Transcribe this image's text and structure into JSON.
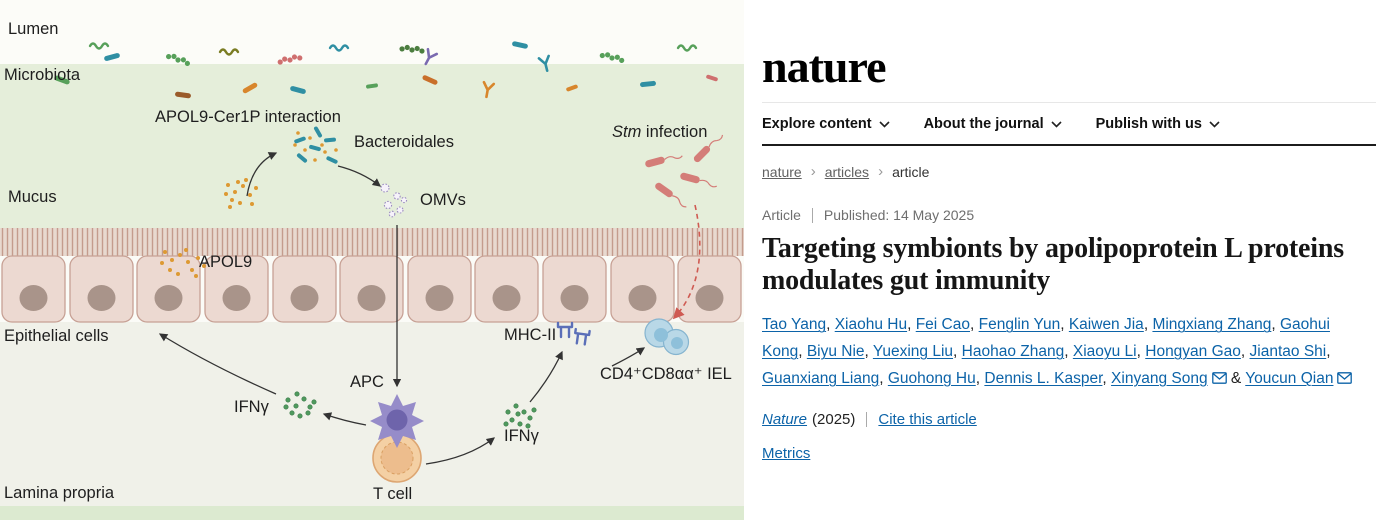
{
  "figure": {
    "labels": {
      "lumen": "Lumen",
      "microbiota": "Microbiota",
      "mucus": "Mucus",
      "epithelial_cells": "Epithelial cells",
      "lamina_propria": "Lamina propria",
      "apol9_cer1p": "APOL9-Cer1P interaction",
      "bacteroidales": "Bacteroidales",
      "omvs": "OMVs",
      "apol9": "APOL9",
      "stm_italic": "Stm",
      "stm_rest": " infection",
      "mhc2": "MHC-II",
      "iel": "CD4⁺CD8αα⁺ IEL",
      "ifng": "IFNγ",
      "apc": "APC",
      "tcell": "T cell"
    },
    "colors": {
      "mucus_band": "#e5eeda",
      "epithelium_pink": "#ecd9d1",
      "stm_red": "#d47d78",
      "apc_purple": "#968cc9",
      "tcell_orange": "#f4d0a4"
    }
  },
  "header": {
    "logo": "nature",
    "nav": [
      {
        "label": "Explore content"
      },
      {
        "label": "About the journal"
      },
      {
        "label": "Publish with us"
      }
    ]
  },
  "breadcrumb": {
    "items": [
      "nature",
      "articles",
      "article"
    ]
  },
  "article": {
    "type": "Article",
    "published": "Published: 14 May 2025",
    "title": "Targeting symbionts by apolipoprotein L proteins modulates gut immunity",
    "authors": [
      "Tao Yang",
      "Xiaohu Hu",
      "Fei Cao",
      "Fenglin Yun",
      "Kaiwen Jia",
      "Mingxiang Zhang",
      "Gaohui Kong",
      "Biyu Nie",
      "Yuexing Liu",
      "Haohao Zhang",
      "Xiaoyu Li",
      "Hongyan Gao",
      "Jiantao Shi",
      "Guanxiang Liang",
      "Guohong Hu",
      "Dennis L. Kasper",
      "Xinyang Song",
      "Youcun Qian"
    ],
    "journal": "Nature",
    "year": "(2025)",
    "cite_label": "Cite this article",
    "metrics_label": "Metrics"
  },
  "colors": {
    "link_blue": "#0c63a8"
  }
}
